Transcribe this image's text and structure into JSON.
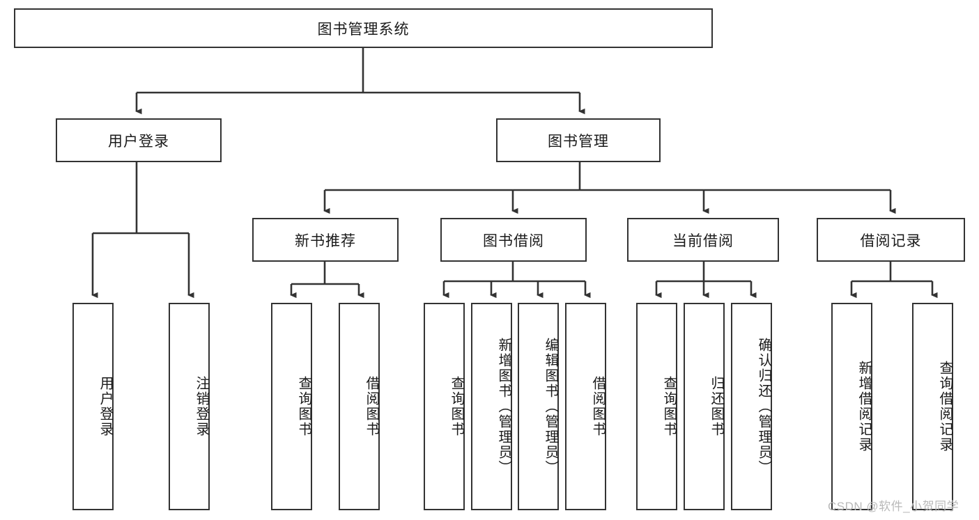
{
  "diagram": {
    "type": "tree-hierarchy-chart",
    "title_text": "图书管理系统",
    "orientation": "top-down",
    "colors": {
      "box_border": "#333333",
      "box_fill": "#ffffff",
      "edge": "#333333",
      "text": "#1a1a1a",
      "watermark": "#b9b9b9",
      "background": "#ffffff"
    },
    "root": {
      "label": "图书管理系统",
      "orientation": "horizontal"
    },
    "level1": [
      {
        "label": "用户登录",
        "orientation": "horizontal"
      },
      {
        "label": "图书管理",
        "orientation": "horizontal"
      }
    ],
    "level2": [
      {
        "label": "新书推荐",
        "orientation": "horizontal"
      },
      {
        "label": "图书借阅",
        "orientation": "horizontal"
      },
      {
        "label": "当前借阅",
        "orientation": "horizontal"
      },
      {
        "label": "借阅记录",
        "orientation": "horizontal"
      }
    ],
    "leaves": {
      "user_login": [
        {
          "label": "用户登录"
        },
        {
          "label": "注销登录"
        }
      ],
      "new_book_recommend": [
        {
          "label": "查询图书"
        },
        {
          "label": "借阅图书"
        }
      ],
      "book_borrow": [
        {
          "label": "查询图书"
        },
        {
          "label": "新增图书（管理员）"
        },
        {
          "label": "编辑图书（管理员）"
        },
        {
          "label": "借阅图书"
        }
      ],
      "current_borrow": [
        {
          "label": "查询图书"
        },
        {
          "label": "归还图书"
        },
        {
          "label": "确认归还（管理员）"
        }
      ],
      "borrow_record": [
        {
          "label": "新增借阅记录"
        },
        {
          "label": "查询借阅记录"
        }
      ]
    },
    "watermark": "CSDN @软件_小贺同学"
  }
}
